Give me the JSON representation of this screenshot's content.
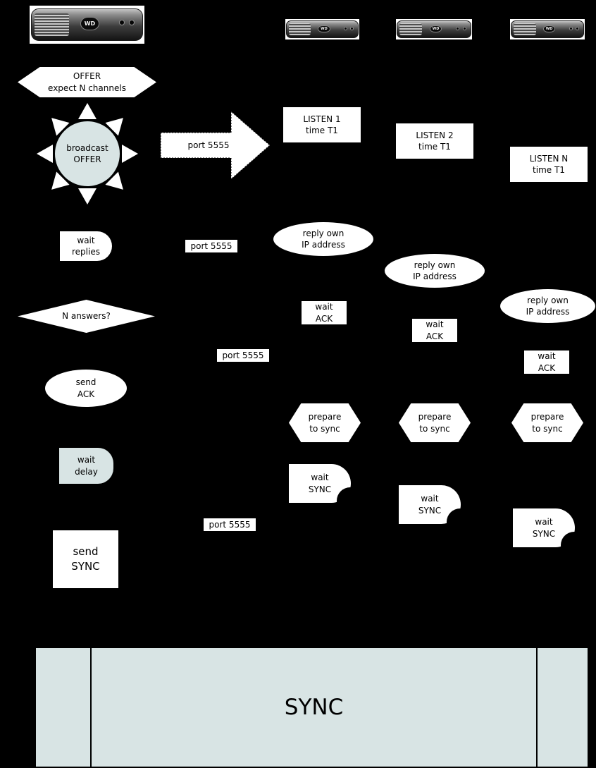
{
  "colors": {
    "background": "#000000",
    "shape_fill": "#ffffff",
    "accent_fill": "#d8e4e4",
    "text": "#000000"
  },
  "devices": {
    "server": {
      "brand": "WD"
    },
    "clients": [
      {
        "brand": "WD"
      },
      {
        "brand": "WD"
      },
      {
        "brand": "WD"
      }
    ]
  },
  "server": {
    "offer": {
      "line1": "OFFER",
      "line2": "expect N channels"
    },
    "broadcast": {
      "line1": "broadcast",
      "line2": "OFFER"
    },
    "wait_replies": {
      "line1": "wait",
      "line2": "replies"
    },
    "n_answers": {
      "label": "N answers?"
    },
    "send_ack": {
      "line1": "send",
      "line2": "ACK"
    },
    "wait_delay": {
      "line1": "wait",
      "line2": "delay"
    },
    "send_sync": {
      "line1": "send",
      "line2": "SYNC"
    }
  },
  "ports": {
    "arrow_label": "port 5555",
    "label_reply": "port 5555",
    "label_ack": "port 5555",
    "label_sync": "port 5555"
  },
  "clients": [
    {
      "listen_line1": "LISTEN 1",
      "listen_line2": "time T1",
      "reply_line1": "reply own",
      "reply_line2": "IP address",
      "wait_ack_line1": "wait",
      "wait_ack_line2": "ACK",
      "prepare_line1": "prepare",
      "prepare_line2": "to sync",
      "wait_sync_line1": "wait",
      "wait_sync_line2": "SYNC"
    },
    {
      "listen_line1": "LISTEN 2",
      "listen_line2": "time T1",
      "reply_line1": "reply own",
      "reply_line2": "IP address",
      "wait_ack_line1": "wait",
      "wait_ack_line2": "ACK",
      "prepare_line1": "prepare",
      "prepare_line2": "to sync",
      "wait_sync_line1": "wait",
      "wait_sync_line2": "SYNC"
    },
    {
      "listen_line1": "LISTEN N",
      "listen_line2": "time T1",
      "reply_line1": "reply own",
      "reply_line2": "IP address",
      "wait_ack_line1": "wait",
      "wait_ack_line2": "ACK",
      "prepare_line1": "prepare",
      "prepare_line2": "to sync",
      "wait_sync_line1": "wait",
      "wait_sync_line2": "SYNC"
    }
  ],
  "footer": {
    "sync_label": "SYNC"
  }
}
